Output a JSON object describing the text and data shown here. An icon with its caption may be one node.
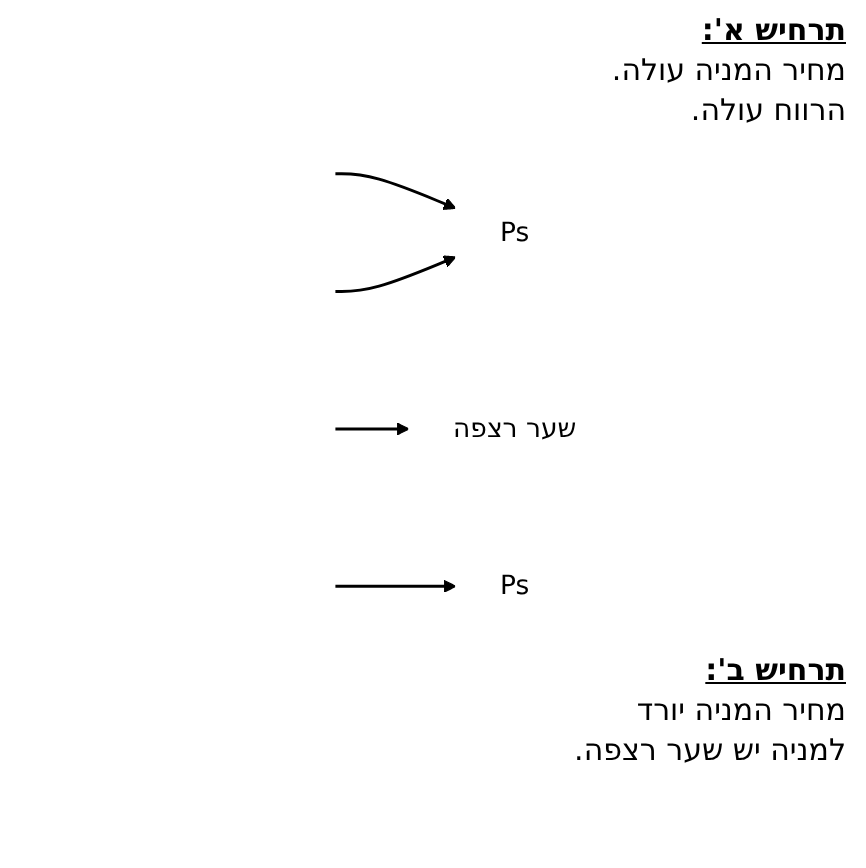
{
  "diagram": {
    "nodes": [
      {
        "text": [
          "Ps"
        ]
      },
      {
        "text": [
          "שער רצפה"
        ]
      },
      {
        "text": [
          "Ps"
        ]
      }
    ],
    "edges": [
      {
        "from": null,
        "to": 0,
        "arrow": "to"
      },
      {
        "from": null,
        "to": 0,
        "arrow": "to"
      },
      {
        "from": null,
        "to": 1,
        "arrow": "to"
      },
      {
        "from": null,
        "to": 2,
        "arrow": "to"
      }
    ],
    "labels": [
      "תרחיש א':",
      "מחיר המניה עולה.",
      "הרווח עולה.",
      "תרחיש ב':",
      "מחיר המניה יורד",
      "למניה יש שער רצפה."
    ]
  }
}
